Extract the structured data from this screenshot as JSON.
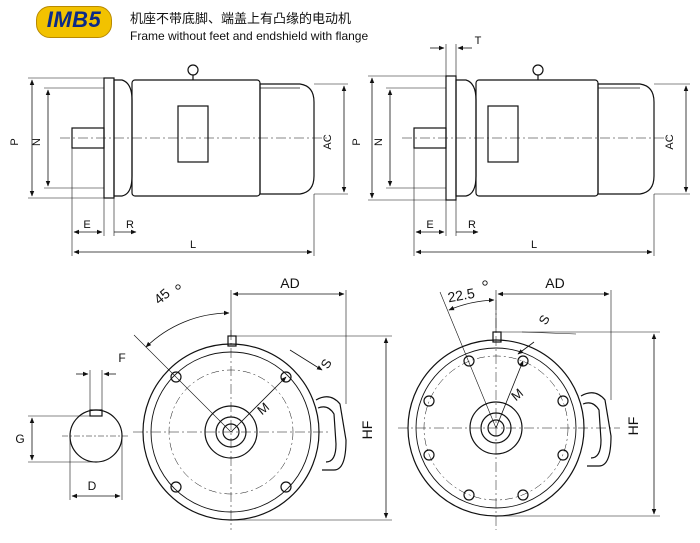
{
  "header": {
    "badge": "IMB5",
    "title_cn": "机座不带底脚、端盖上有凸缘的电动机",
    "title_en": "Frame without feet and endshield with flange"
  },
  "side_view_left": {
    "labels": {
      "p": "P",
      "n": "N",
      "ac": "AC",
      "e": "E",
      "r": "R",
      "l": "L"
    }
  },
  "side_view_right": {
    "labels": {
      "t": "T",
      "p": "P",
      "n": "N",
      "ac": "AC",
      "e": "E",
      "r": "R",
      "l": "L"
    }
  },
  "shaft_section": {
    "labels": {
      "f": "F",
      "g": "G",
      "d": "D"
    }
  },
  "end_view_left": {
    "angle": "45",
    "labels": {
      "ad": "AD",
      "s": "S",
      "m": "M",
      "hf": "HF"
    }
  },
  "end_view_right": {
    "angle": "22.5",
    "labels": {
      "ad": "AD",
      "s": "S",
      "m": "M",
      "hf": "HF"
    }
  },
  "colors": {
    "badge_fill": "#f2c200",
    "badge_text": "#0b2a88",
    "line": "#111111"
  }
}
